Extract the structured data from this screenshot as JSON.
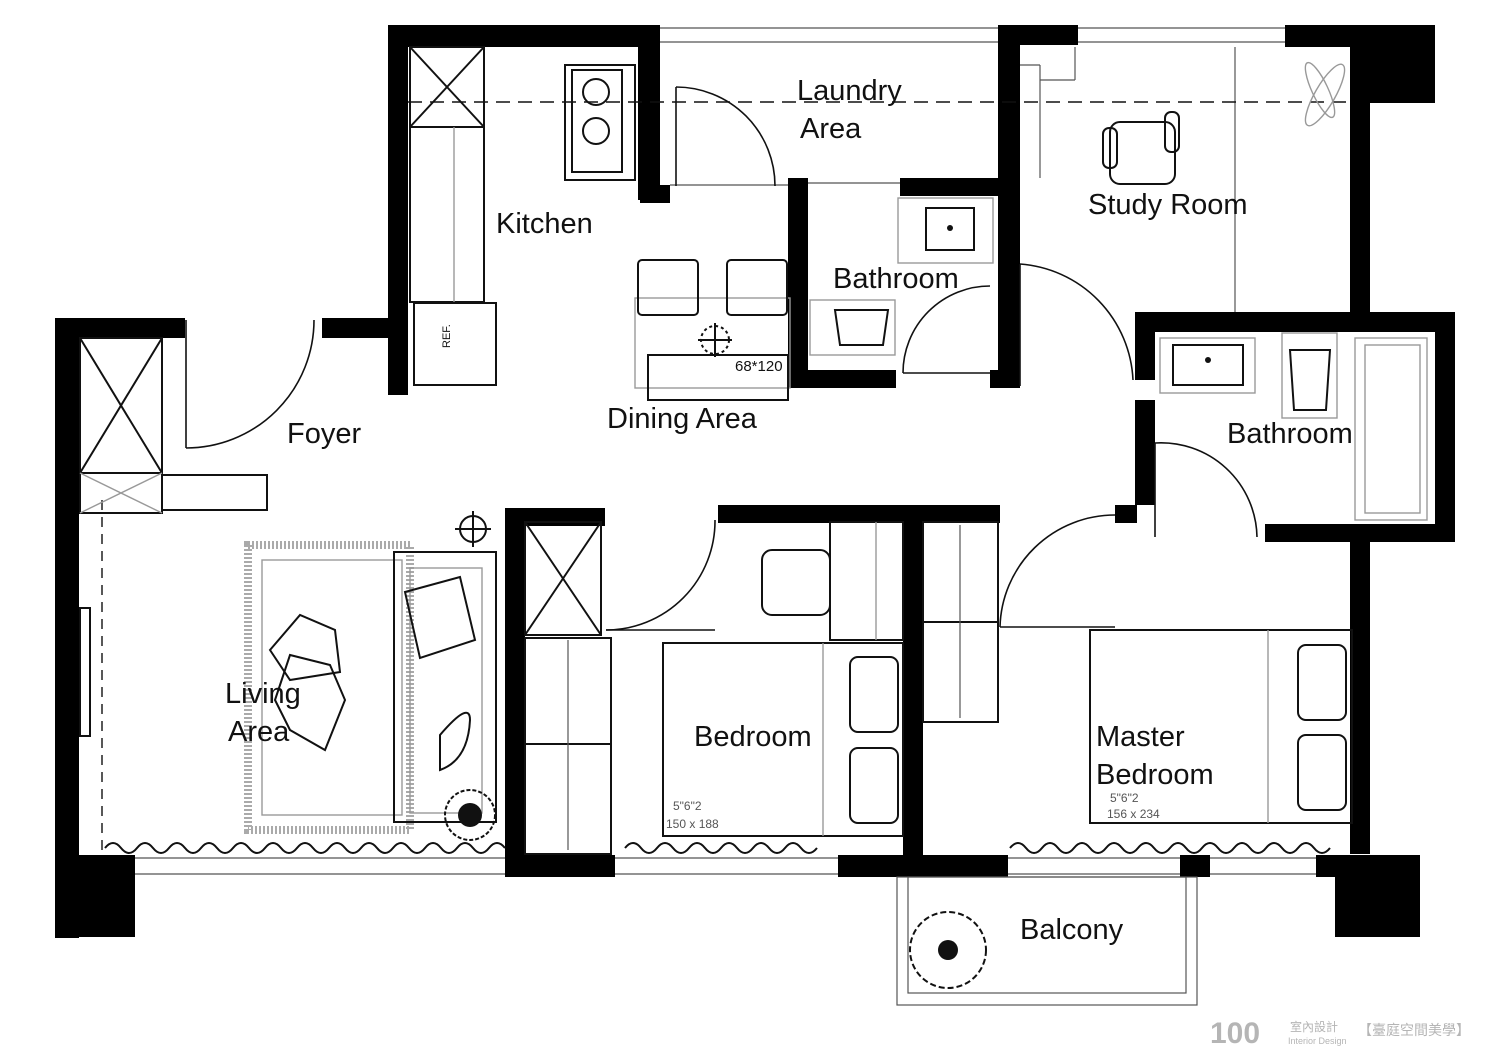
{
  "rooms": {
    "laundry": "Laundry\nArea",
    "kitchen": "Kitchen",
    "study": "Study Room",
    "bath1": "Bathroom",
    "bath2": "Bathroom",
    "dining": "Dining Area",
    "foyer": "Foyer",
    "living": "Living\nArea",
    "bedroom": "Bedroom",
    "master": "Master\nBedroom",
    "balcony": "Balcony"
  },
  "annotations": {
    "table_size": "68*120",
    "fridge": "REF.",
    "bed1_size_imperial": "5\"6\"2",
    "bed1_size_metric": "150 x 188",
    "bed2_size_imperial": "5\"6\"2",
    "bed2_size_metric": "156 x 234"
  },
  "watermark": {
    "number": "100",
    "cn": "室內設計",
    "en": "Interior Design",
    "brand": "【臺庭空間美學】"
  },
  "colors": {
    "wall": "#000000",
    "line": "#111111",
    "watermark": "#b5b5b5"
  }
}
